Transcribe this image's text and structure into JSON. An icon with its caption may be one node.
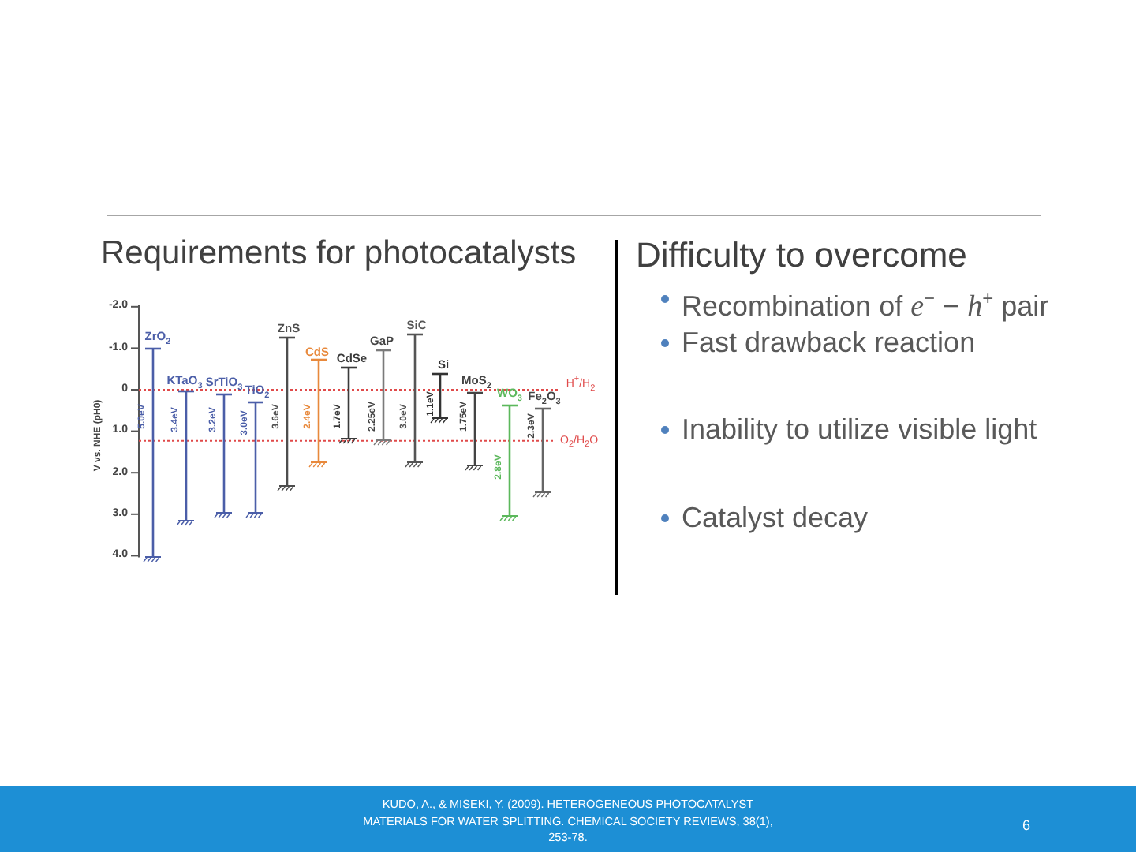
{
  "diagram": {
    "labels": [
      "Requirements for photocatalysts",
      "Difficulty to overcome",
      "Recombination of *e*$^{−}$ − *h*$^{+}$ pair",
      "Fast drawback reaction",
      "Inability to utilize visible light",
      "Catalyst decay",
      "-2.0",
      "-1.0",
      "0",
      "1.0",
      "2.0",
      "3.0",
      "4.0",
      "V vs. NHE (pH0)",
      "ZrO$_{2}$",
      "5.0eV",
      "KTaO$_{3}$",
      "3.4eV",
      "SrTiO$_{3}$",
      "3.2eV",
      "TiO$_{2}$",
      "3.0eV",
      "ZnS",
      "3.6eV",
      "CdS",
      "2.4eV",
      "CdSe",
      "1.7eV",
      "GaP",
      "2.25eV",
      "SiC",
      "3.0eV",
      "Si",
      "1.1eV",
      "MoS$_{2}$",
      "1.75eV",
      "WO$_{3}$",
      "2.8eV",
      "Fe$_{2}$O$_{3}$",
      "2.3eV",
      "H$^{+}$/H$_{2}$",
      "O$_{2}$/H$_{2}$O",
      "KUDO, A., & MISEKI, Y. (2009). HETEROGENEOUS PHOTOCATALYST MATERIALS FOR WATER SPLITTING. CHEMICAL SOCIETY REVIEWS, 38(1), 253-78.",
      "6"
    ]
  }
}
